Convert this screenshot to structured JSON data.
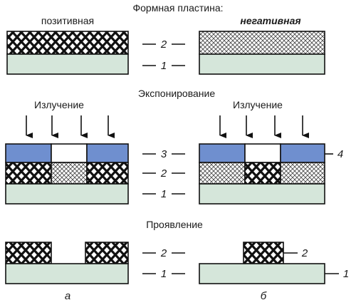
{
  "title": "Формная пластина:",
  "positive_label": "позитивная",
  "negative_label": "негативная",
  "exposure_heading": "Экспонирование",
  "radiation_left": "Излучение",
  "radiation_right": "Излучение",
  "development_heading": "Проявление",
  "layer_numbers": {
    "top_pos_layer2": "2",
    "top_pos_layer1": "1",
    "mid_pos_layer3": "3",
    "mid_pos_layer2": "2",
    "mid_pos_layer1": "1",
    "mid_neg_layer4": "4",
    "bot_pos_layer2": "2",
    "bot_pos_layer1": "1",
    "bot_neg_layer2": "2",
    "bot_neg_layer1": "1"
  },
  "captions": {
    "left": "а",
    "right": "б"
  },
  "colors": {
    "substrate": "#d5e6da",
    "mask": "#6f8fcf",
    "hatch": "#222222",
    "crosshatch": "#333333"
  }
}
